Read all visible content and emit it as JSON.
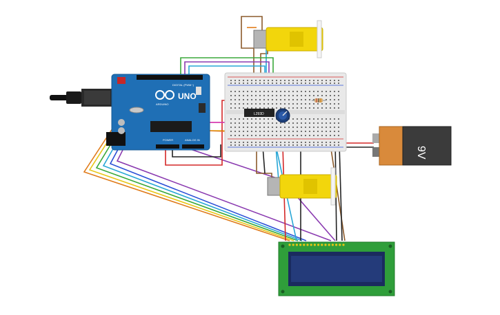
{
  "arduino": {
    "brand": "ARDUINO",
    "model": "UNO",
    "digital_label": "DIGITAL (PWM~)",
    "power_label": "POWER",
    "analog_label": "ANALOG IN"
  },
  "driver_chip": {
    "label": "L293D"
  },
  "battery": {
    "label": "9V"
  },
  "colors": {
    "board": "#1f6fb5",
    "breadboard": "#e9e9e9",
    "motor": "#f2d60c",
    "lcd_board": "#2f9e3a",
    "lcd_screen": "#243b7a",
    "battery_body": "#d98a3b"
  }
}
